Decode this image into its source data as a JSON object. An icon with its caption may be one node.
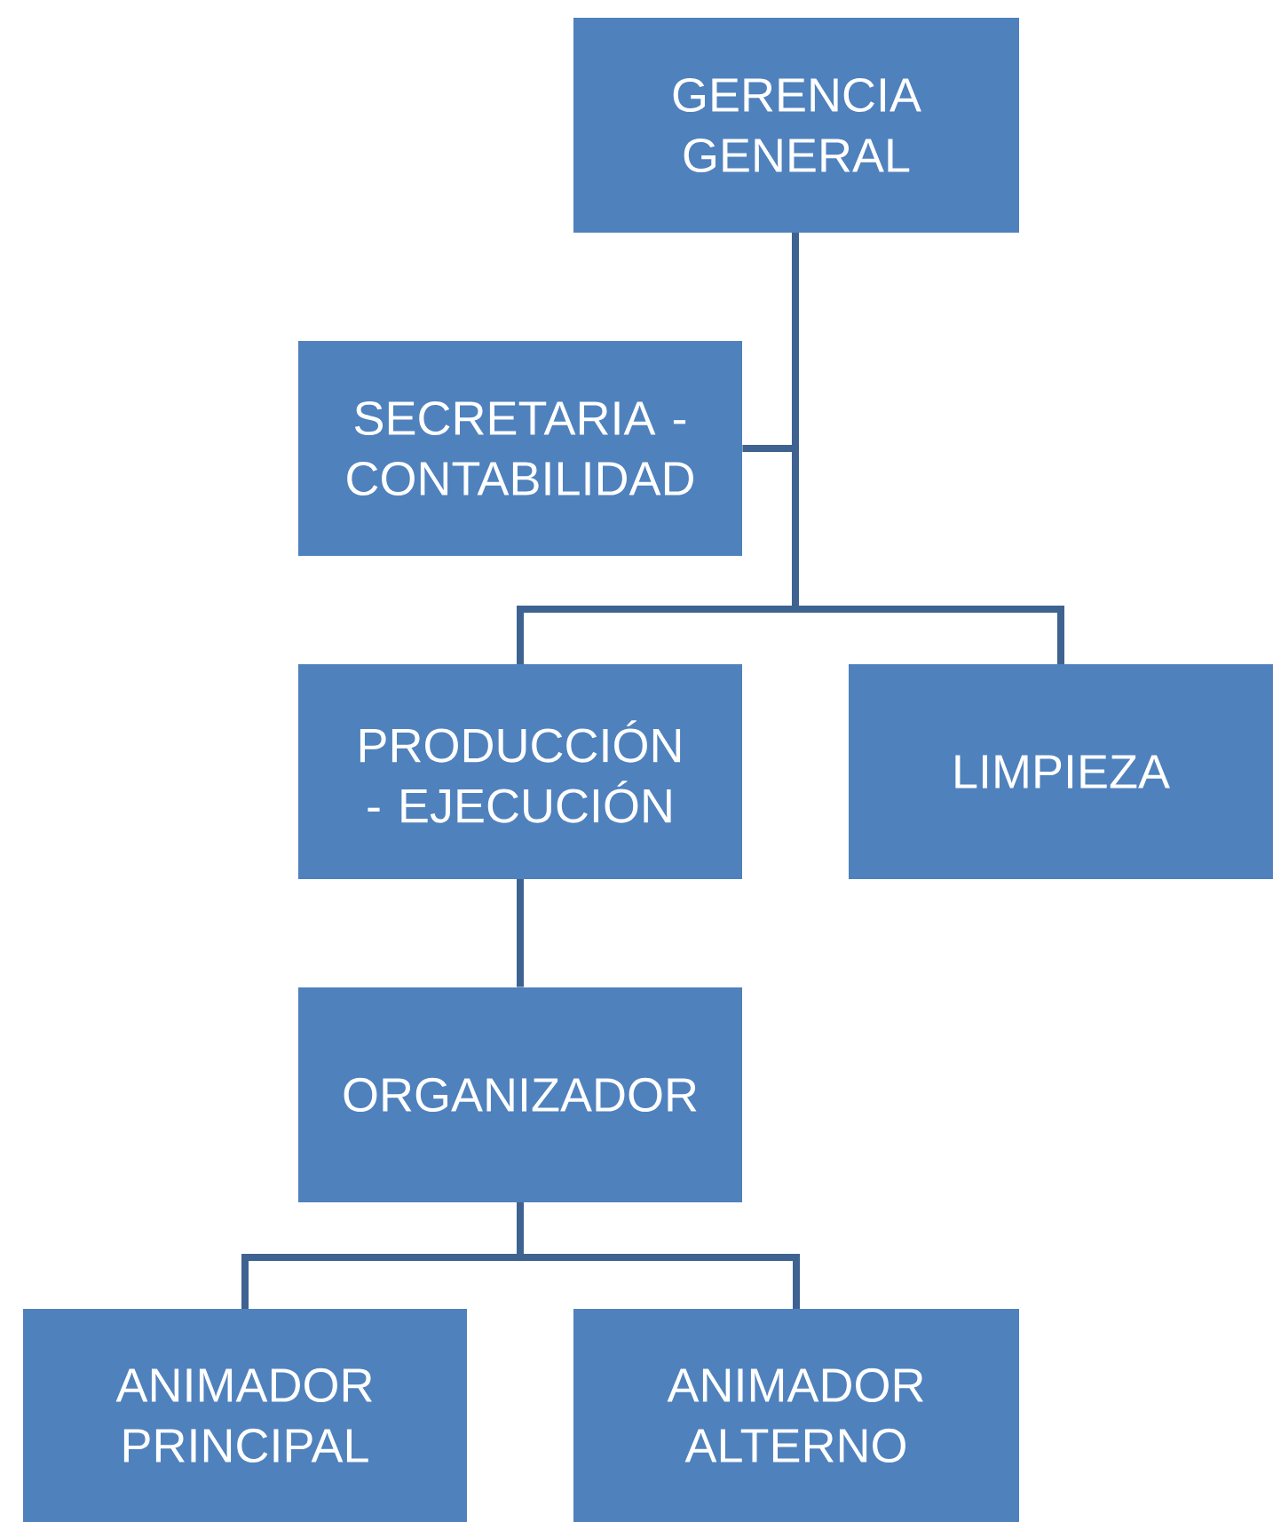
{
  "diagram": {
    "nodes": [
      {
        "text": [
          "GERENCIA GENERAL"
        ]
      },
      {
        "text": [
          "SECRETARIA - CONTABILIDAD"
        ]
      },
      {
        "text": [
          "PRODUCCIÓN - EJECUCIÓN"
        ]
      },
      {
        "text": [
          "LIMPIEZA"
        ]
      },
      {
        "text": [
          "ORGANIZADOR"
        ]
      },
      {
        "text": [
          "ANIMADOR PRINCIPAL"
        ]
      },
      {
        "text": [
          "ANIMADOR ALTERNO"
        ]
      }
    ],
    "edges": [
      {
        "from": 0,
        "to": 1,
        "arrow": "none"
      },
      {
        "from": 0,
        "to": 2,
        "arrow": "none"
      },
      {
        "from": 0,
        "to": 3,
        "arrow": "none"
      },
      {
        "from": 2,
        "to": 4,
        "arrow": "none"
      },
      {
        "from": 4,
        "to": 5,
        "arrow": "none"
      },
      {
        "from": 4,
        "to": 6,
        "arrow": "none"
      }
    ]
  }
}
